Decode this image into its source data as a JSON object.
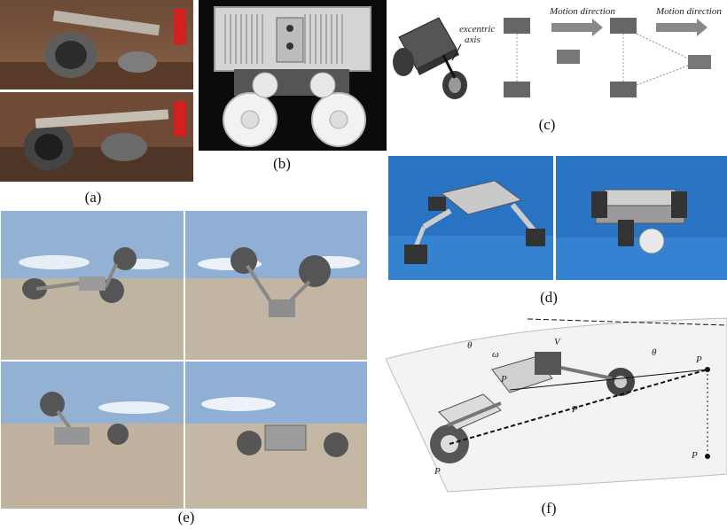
{
  "figure": {
    "captions": {
      "a": "(a)",
      "b": "(b)",
      "c": "(c)",
      "d": "(d)",
      "e": "(e)",
      "f": "(f)"
    },
    "panel_c": {
      "label_axis_1": "excentric",
      "label_axis_2": "axis",
      "motion_1": "Motion direction",
      "motion_2": "Motion direction"
    },
    "panel_f": {
      "labels": [
        "θ",
        "ω",
        "V",
        "P",
        "θ",
        "P",
        "P",
        "P",
        "P"
      ]
    }
  }
}
